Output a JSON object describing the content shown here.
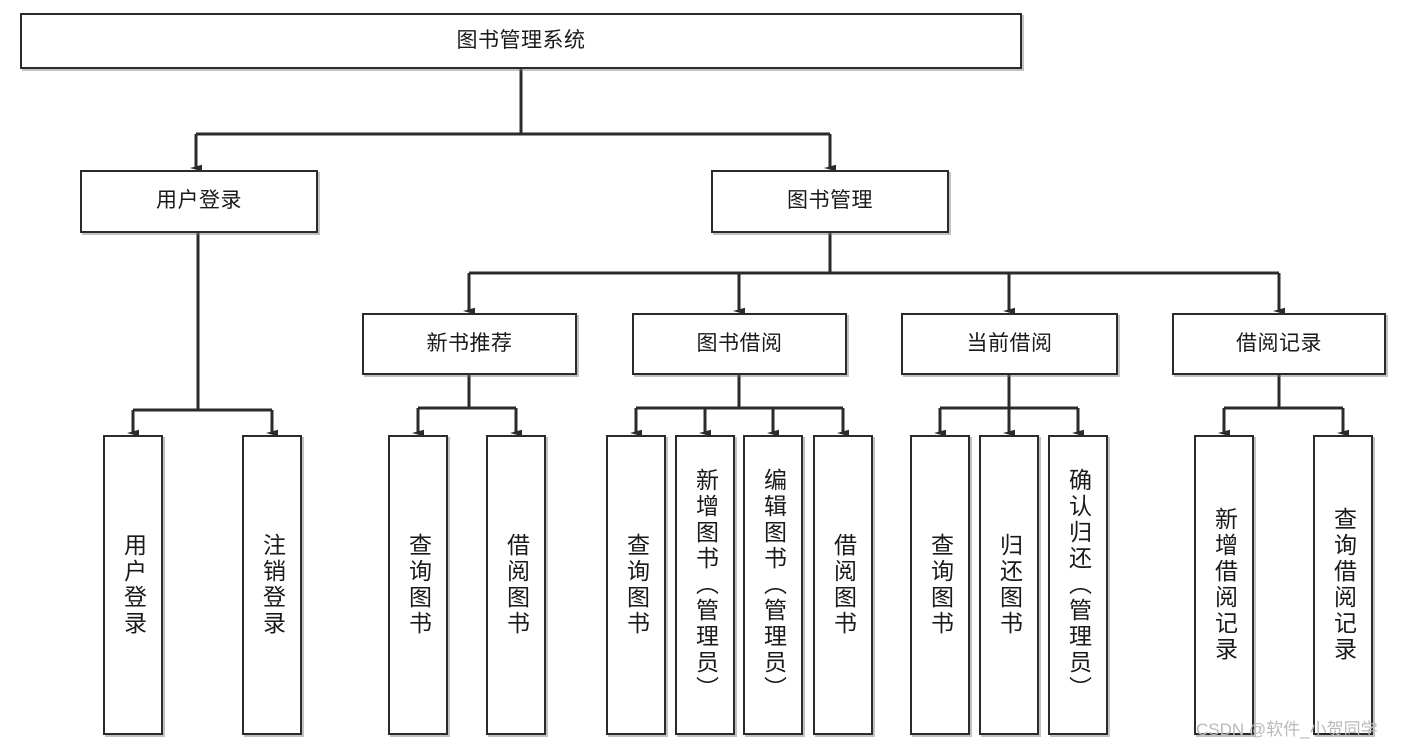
{
  "diagram": {
    "title": "图书管理系统",
    "type": "hierarchy-tree",
    "watermark": "CSDN @软件_小贺同学",
    "colors": {
      "box_border": "#2b2b2b",
      "box_fill": "#ffffff",
      "edge": "#2b2b2b",
      "text": "#1a1a1a",
      "watermark": "#b9b9b9",
      "background": "#ffffff"
    },
    "nodes": {
      "root": {
        "label": "图书管理系统"
      },
      "level2": [
        {
          "id": "user-login",
          "label": "用户登录"
        },
        {
          "id": "book-management",
          "label": "图书管理"
        }
      ],
      "level3": [
        {
          "id": "new-book-recommend",
          "label": "新书推荐"
        },
        {
          "id": "book-borrow",
          "label": "图书借阅"
        },
        {
          "id": "current-borrow",
          "label": "当前借阅"
        },
        {
          "id": "borrow-record",
          "label": "借阅记录"
        }
      ],
      "leaves": {
        "user_login": [
          {
            "id": "leaf-user-login",
            "label": "用户登录"
          },
          {
            "id": "leaf-logout-login",
            "label": "注销登录"
          }
        ],
        "new_book_recommend": [
          {
            "id": "leaf-query-book-1",
            "label": "查询图书"
          },
          {
            "id": "leaf-borrow-book-1",
            "label": "借阅图书"
          }
        ],
        "book_borrow": [
          {
            "id": "leaf-query-book-2",
            "label": "查询图书"
          },
          {
            "id": "leaf-add-book",
            "label": "新增图书（管理员）"
          },
          {
            "id": "leaf-edit-book",
            "label": "编辑图书（管理员）"
          },
          {
            "id": "leaf-borrow-book-2",
            "label": "借阅图书"
          }
        ],
        "current_borrow": [
          {
            "id": "leaf-query-book-3",
            "label": "查询图书"
          },
          {
            "id": "leaf-return-book",
            "label": "归还图书"
          },
          {
            "id": "leaf-confirm-return",
            "label": "确认归还（管理员）"
          }
        ],
        "borrow_record": [
          {
            "id": "leaf-add-record",
            "label": "新增借阅记录"
          },
          {
            "id": "leaf-query-record",
            "label": "查询借阅记录"
          }
        ]
      }
    }
  }
}
